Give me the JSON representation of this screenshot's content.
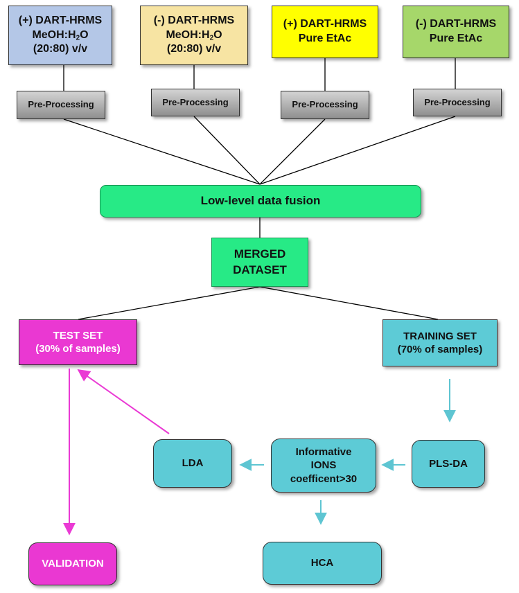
{
  "colors": {
    "source_1": "#b4c7e7",
    "source_2": "#f7e4a3",
    "source_3": "#ffff00",
    "source_4": "#a6d76a",
    "fusion_green": "#27ea86",
    "test_magenta": "#ea38d2",
    "training_cyan": "#5dcbd6",
    "arrow_magenta": "#ea3ad4",
    "arrow_cyan": "#5ec5d2"
  },
  "sources": [
    {
      "line1": "(+) DART-HRMS",
      "line2_prefix": "MeOH:H",
      "line2_sub": "2",
      "line2_suffix": "O",
      "line3": "(20:80) v/v"
    },
    {
      "line1": "(-) DART-HRMS",
      "line2_prefix": "MeOH:H",
      "line2_sub": "2",
      "line2_suffix": "O",
      "line3": "(20:80) v/v"
    },
    {
      "line1": "(+) DART-HRMS",
      "line2": "Pure EtAc"
    },
    {
      "line1": "(-) DART-HRMS",
      "line2": "Pure EtAc"
    }
  ],
  "preprocessing": [
    "Pre-Processing",
    "Pre-Processing",
    "Pre-Processing",
    "Pre-Processing"
  ],
  "fusion": {
    "label": "Low-level data fusion"
  },
  "merged": {
    "line1": "MERGED",
    "line2": "DATASET"
  },
  "test_set": {
    "line1": "TEST SET",
    "line2": "(30% of samples)"
  },
  "training_set": {
    "line1": "TRAINING SET",
    "line2": "(70% of samples)"
  },
  "plsda": {
    "label": "PLS-DA"
  },
  "informative": {
    "line1": "Informative",
    "line2": "IONS",
    "line3": "coefficent>30"
  },
  "lda": {
    "label": "LDA"
  },
  "hca": {
    "label": "HCA"
  },
  "validation": {
    "label": "VALIDATION"
  }
}
